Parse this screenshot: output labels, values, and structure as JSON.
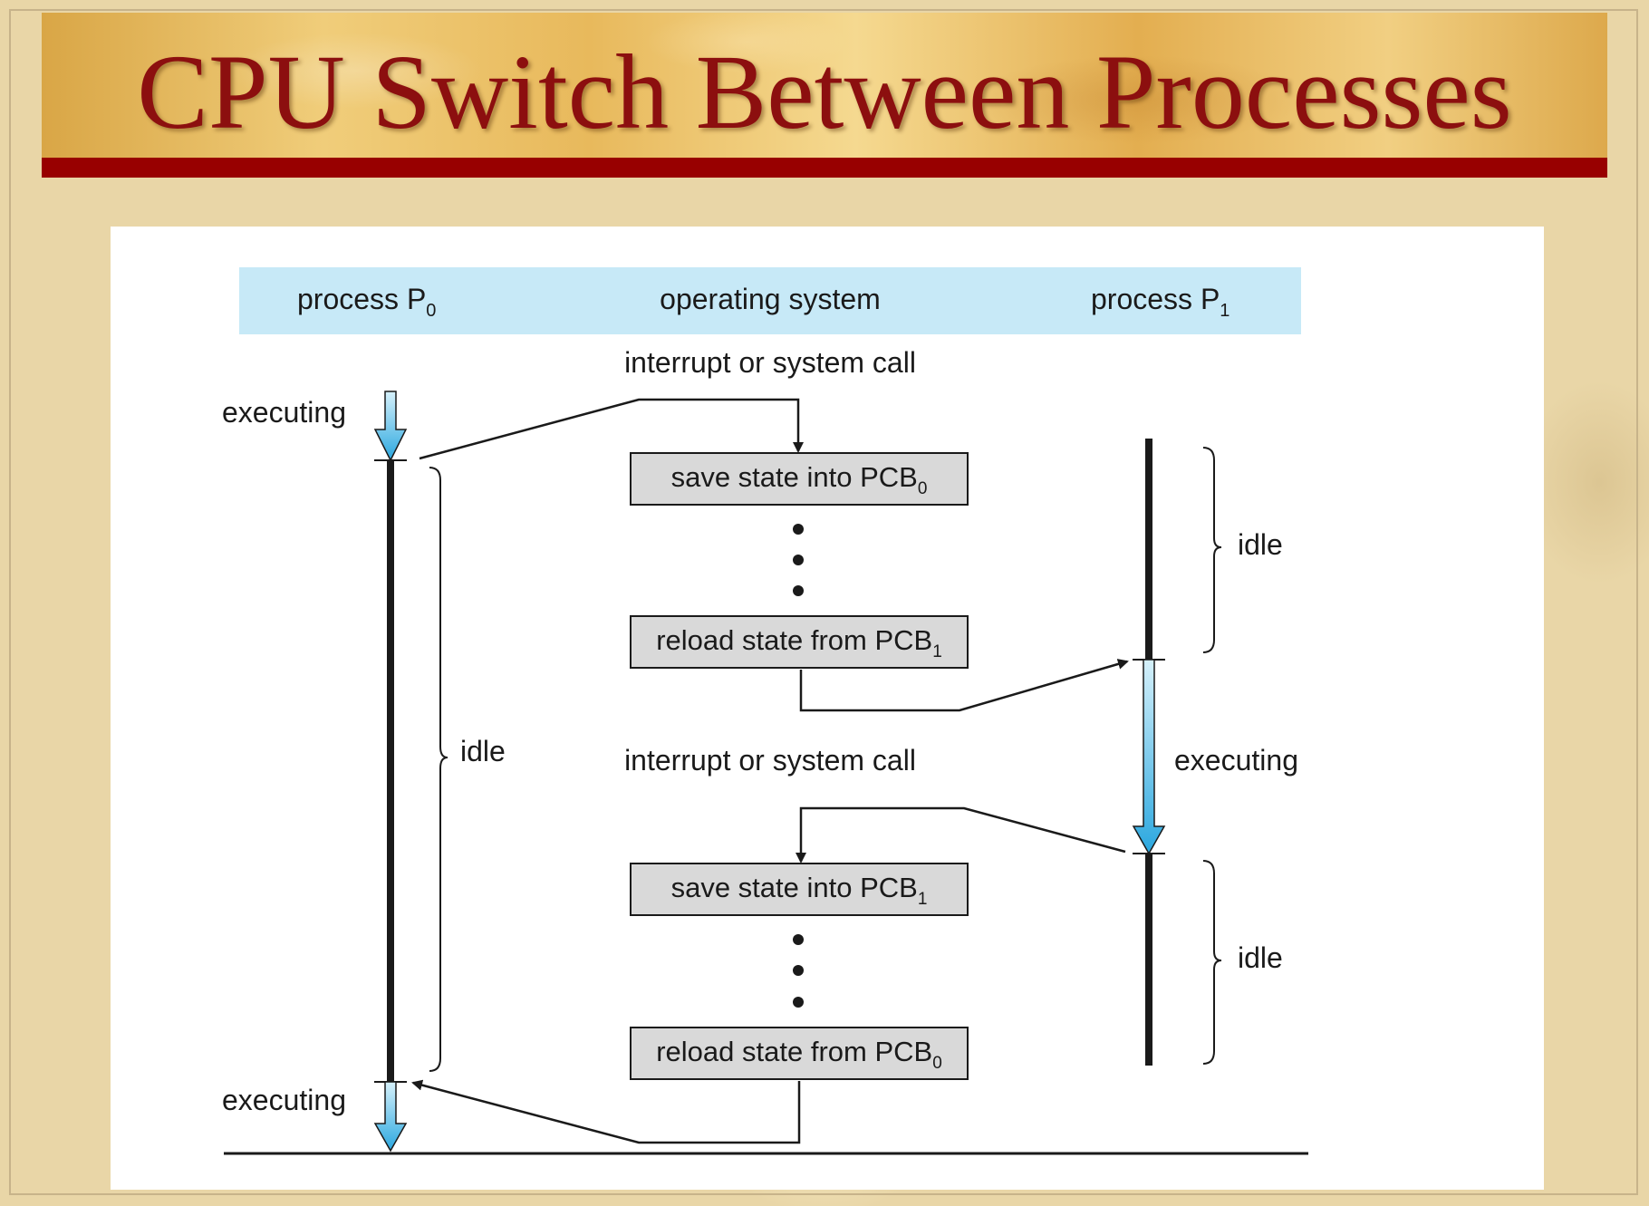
{
  "slide": {
    "title": "CPU Switch Between Processes"
  },
  "diagram": {
    "header": {
      "process0": "process P",
      "process0_sub": "0",
      "os": "operating system",
      "process1": "process P",
      "process1_sub": "1"
    },
    "interrupt_label_1": "interrupt or system call",
    "interrupt_label_2": "interrupt or system call",
    "p0_executing_top": "executing",
    "p0_executing_bottom": "executing",
    "p0_idle": "idle",
    "p1_idle_top": "idle",
    "p1_executing": "executing",
    "p1_idle_bottom": "idle",
    "box1": {
      "text": "save state into PCB",
      "sub": "0"
    },
    "box2": {
      "text": "reload state from PCB",
      "sub": "1"
    },
    "box3": {
      "text": "save state into PCB",
      "sub": "1"
    },
    "box4": {
      "text": "reload state from PCB",
      "sub": "0"
    },
    "colors": {
      "header_band": "#c7e9f7",
      "arrow_fill": "#3bb3e3",
      "box_fill": "#d9d9d9",
      "title_color": "#8c0f0f",
      "rule_color": "#980000"
    }
  }
}
